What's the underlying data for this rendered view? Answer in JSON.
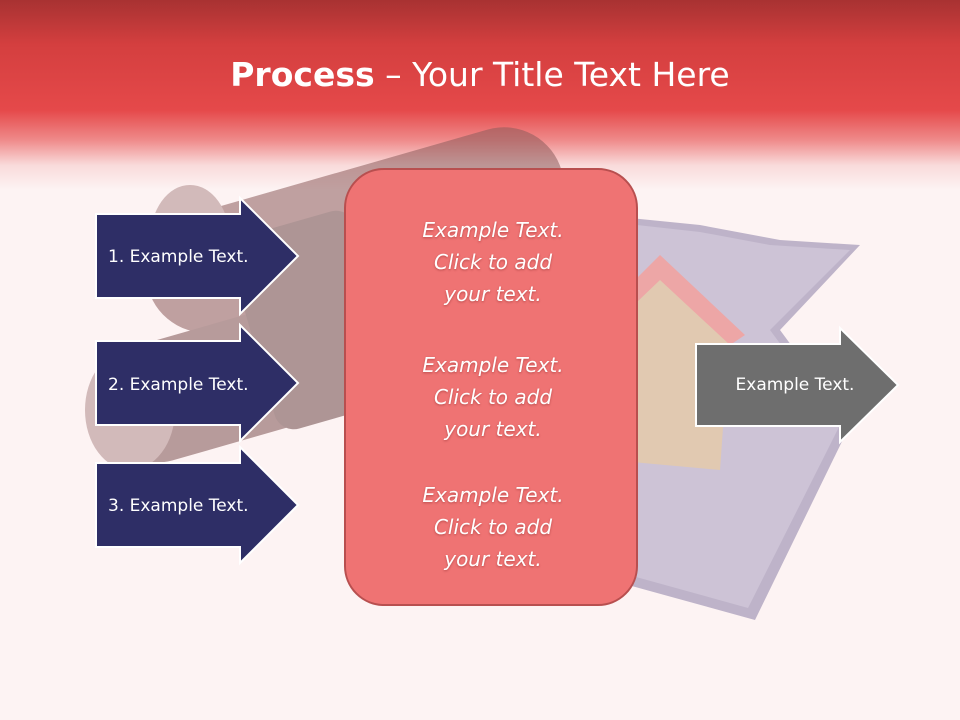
{
  "slide": {
    "title_bold": "Process",
    "title_rest": " – Your Title Text Here"
  },
  "left_arrows": [
    {
      "label": "1. Example Text."
    },
    {
      "label": "2. Example Text."
    },
    {
      "label": "3. Example Text."
    }
  ],
  "center_box": {
    "blocks": [
      {
        "line1": "Example Text.",
        "line2": "Click  to add",
        "line3": "your text."
      },
      {
        "line1": "Example Text.",
        "line2": "Click  to add",
        "line3": "your text."
      },
      {
        "line1": "Example Text.",
        "line2": "Click  to add",
        "line3": "your text."
      }
    ]
  },
  "right_arrow": {
    "label": "Example Text."
  },
  "colors": {
    "header": "#e5494a",
    "left_arrow_fill": "#2e2e66",
    "center_fill": "#ef7373",
    "right_arrow_fill": "#6e6e6e"
  },
  "background_image": {
    "subject": "binoculars-on-house-blueprint-icon"
  }
}
